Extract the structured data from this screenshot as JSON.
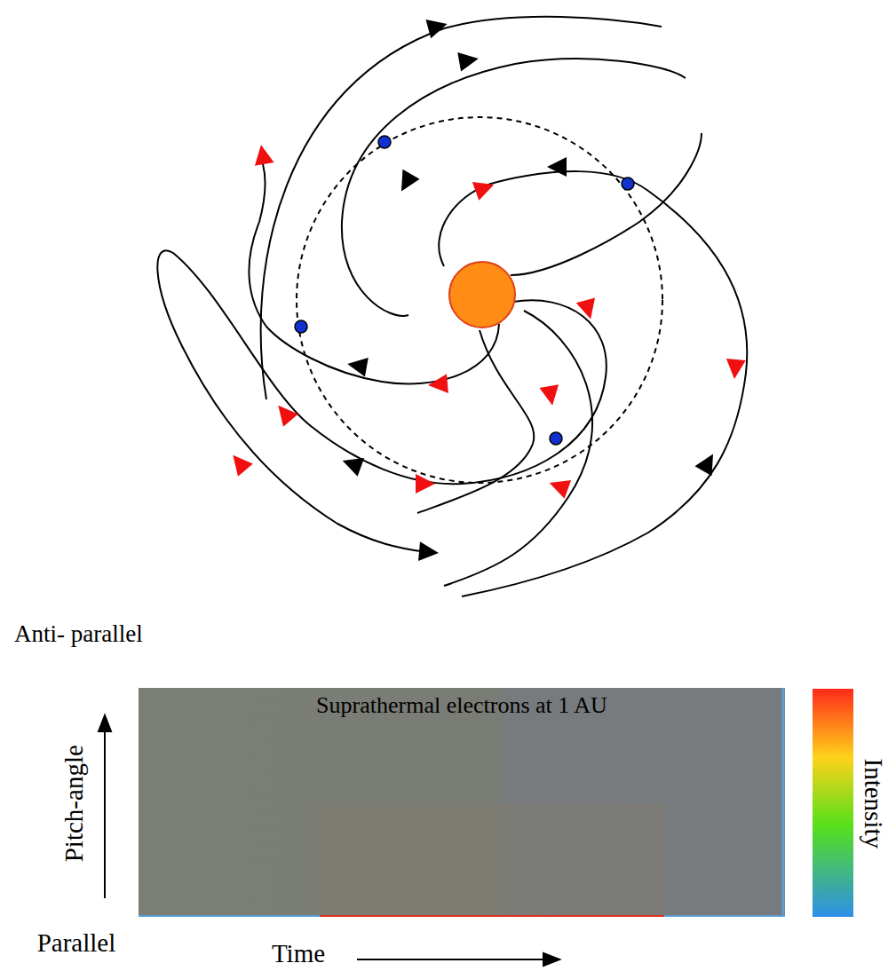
{
  "diagram": {
    "title": "Suprathermal electrons at 1 AU",
    "labels": [
      "Anti- parallel",
      "Pitch-angle",
      "Parallel",
      "Time",
      "Intensity"
    ]
  }
}
